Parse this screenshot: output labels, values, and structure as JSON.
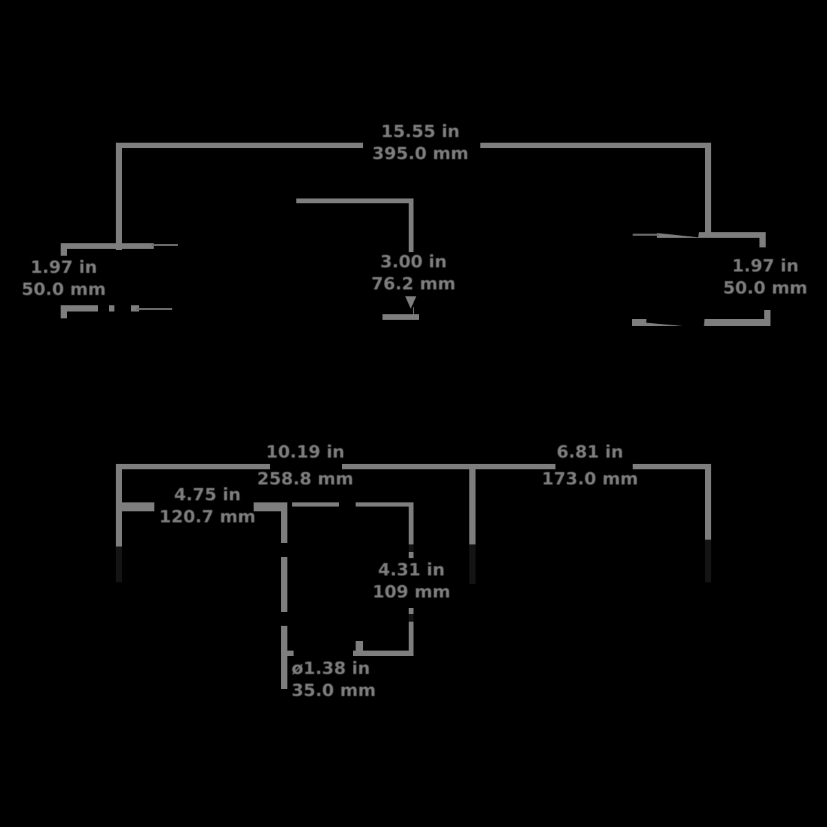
{
  "figure": {
    "kind": "product-dimension-diagram",
    "background": "#000000",
    "line_color": "#7e7e7e",
    "views": [
      "front",
      "side"
    ]
  },
  "front": {
    "overall_width_in": "15.55 in",
    "overall_width_mm": "395.0 mm",
    "center_drop_in": "3.00 in",
    "center_drop_mm": "76.2 mm",
    "left_offset_in": "1.97 in",
    "left_offset_mm": "50.0 mm",
    "right_offset_in": "1.97 in",
    "right_offset_mm": "50.0 mm"
  },
  "side": {
    "left_span_in": "10.19 in",
    "left_span_mm": "258.8 mm",
    "right_span_in": "6.81 in",
    "right_span_mm": "173.0 mm",
    "offset_in": "4.75 in",
    "offset_mm": "120.7 mm",
    "drop_in": "4.31 in",
    "drop_mm": "109 mm",
    "diameter_in": "ø1.38 in",
    "diameter_mm": "35.0 mm"
  }
}
